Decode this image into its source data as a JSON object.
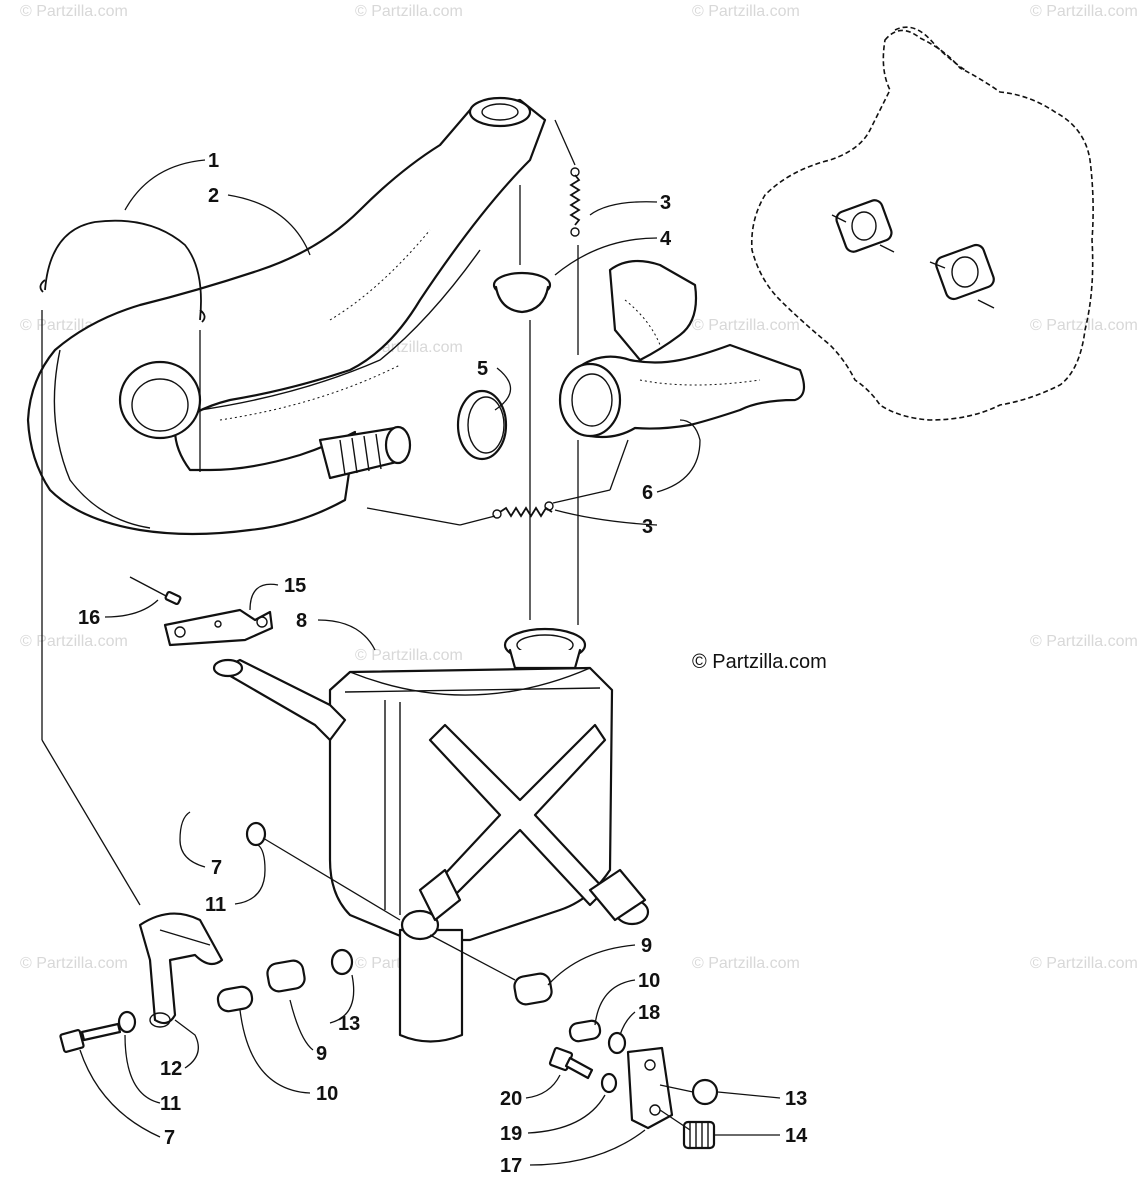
{
  "watermark": "© Partzilla.com",
  "copyright": "© Partzilla.com",
  "callouts": [
    {
      "label": "1"
    },
    {
      "label": "2"
    },
    {
      "label": "3"
    },
    {
      "label": "4"
    },
    {
      "label": "5"
    },
    {
      "label": "3"
    },
    {
      "label": "6"
    },
    {
      "label": "15"
    },
    {
      "label": "16"
    },
    {
      "label": "8"
    },
    {
      "label": "7"
    },
    {
      "label": "11"
    },
    {
      "label": "9"
    },
    {
      "label": "10"
    },
    {
      "label": "18"
    },
    {
      "label": "13"
    },
    {
      "label": "12"
    },
    {
      "label": "9"
    },
    {
      "label": "10"
    },
    {
      "label": "11"
    },
    {
      "label": "7"
    },
    {
      "label": "20"
    },
    {
      "label": "13"
    },
    {
      "label": "19"
    },
    {
      "label": "14"
    },
    {
      "label": "17"
    }
  ]
}
